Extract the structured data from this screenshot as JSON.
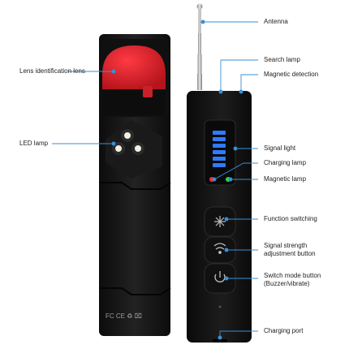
{
  "labels": {
    "antenna": "Antenna",
    "search_lamp": "Search lamp",
    "magnetic_detection": "Magnetic detection",
    "lens_identification": "Lens identification lens",
    "led_lamp": "LED lamp",
    "signal_light": "Signal light",
    "charging_lamp": "Charging lamp",
    "magnetic_lamp": "Magnetic lamp",
    "function_switching": "Function switching",
    "signal_strength_1": "Signal strength",
    "signal_strength_2": "adjustment button",
    "switch_mode_1": "Switch mode button",
    "switch_mode_2": "(Buzzer/vibrate)",
    "charging_port": "Charging port"
  },
  "device_markings": "FC CE ♻ ⌧",
  "colors": {
    "callout_line": "#3a8fd6",
    "callout_dot": "#3a8fd6",
    "body": "#151515",
    "lens": "#e0232e",
    "signal_led": "#2f7bff",
    "red_led": "#ff2a2a",
    "green_led": "#2bd44a"
  },
  "icons": [
    "function-switch-icon",
    "signal-strength-icon",
    "power-icon"
  ]
}
